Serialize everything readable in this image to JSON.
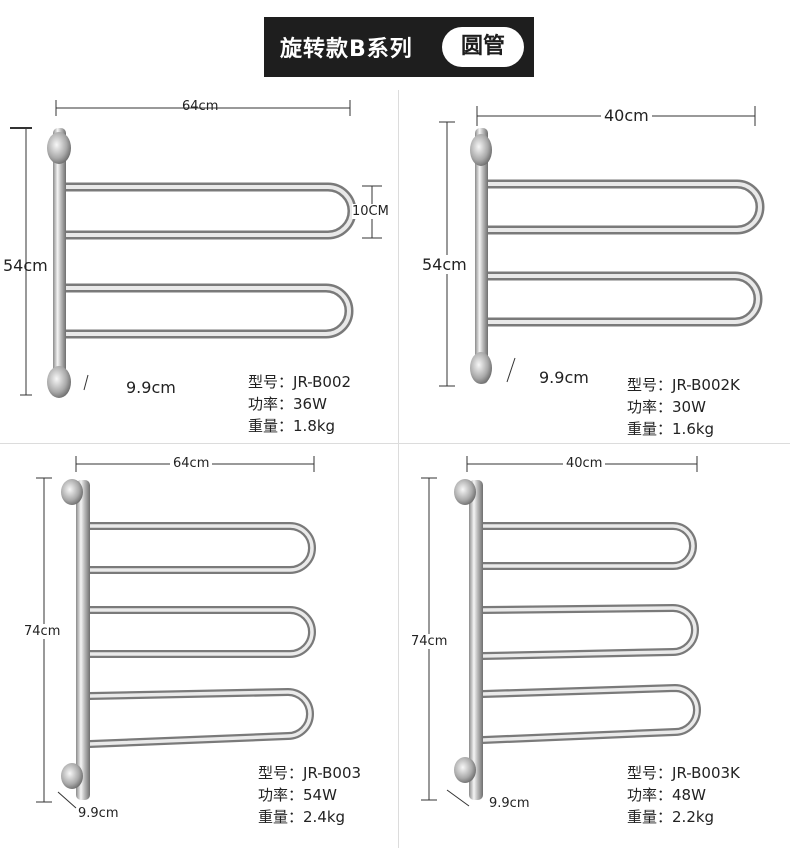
{
  "header": {
    "title": "旋转款B系列",
    "badge": "圆管"
  },
  "products": [
    {
      "width": "64cm",
      "height": "54cm",
      "depth": "9.9cm",
      "gap": "10CM",
      "model_label": "型号：",
      "model": "JR-B002",
      "power_label": "功率：",
      "power": "36W",
      "weight_label": "重量：",
      "weight": "1.8kg"
    },
    {
      "width": "40cm",
      "height": "54cm",
      "depth": "9.9cm",
      "model_label": "型号：",
      "model": "JR-B002K",
      "power_label": "功率：",
      "power": "30W",
      "weight_label": "重量：",
      "weight": "1.6kg"
    },
    {
      "width": "64cm",
      "height": "74cm",
      "depth": "9.9cm",
      "model_label": "型号：",
      "model": "JR-B003",
      "power_label": "功率：",
      "power": "54W",
      "weight_label": "重量：",
      "weight": "2.4kg"
    },
    {
      "width": "40cm",
      "height": "74cm",
      "depth": "9.9cm",
      "model_label": "型号：",
      "model": "JR-B003K",
      "power_label": "功率：",
      "power": "48W",
      "weight_label": "重量：",
      "weight": "2.2kg"
    }
  ]
}
